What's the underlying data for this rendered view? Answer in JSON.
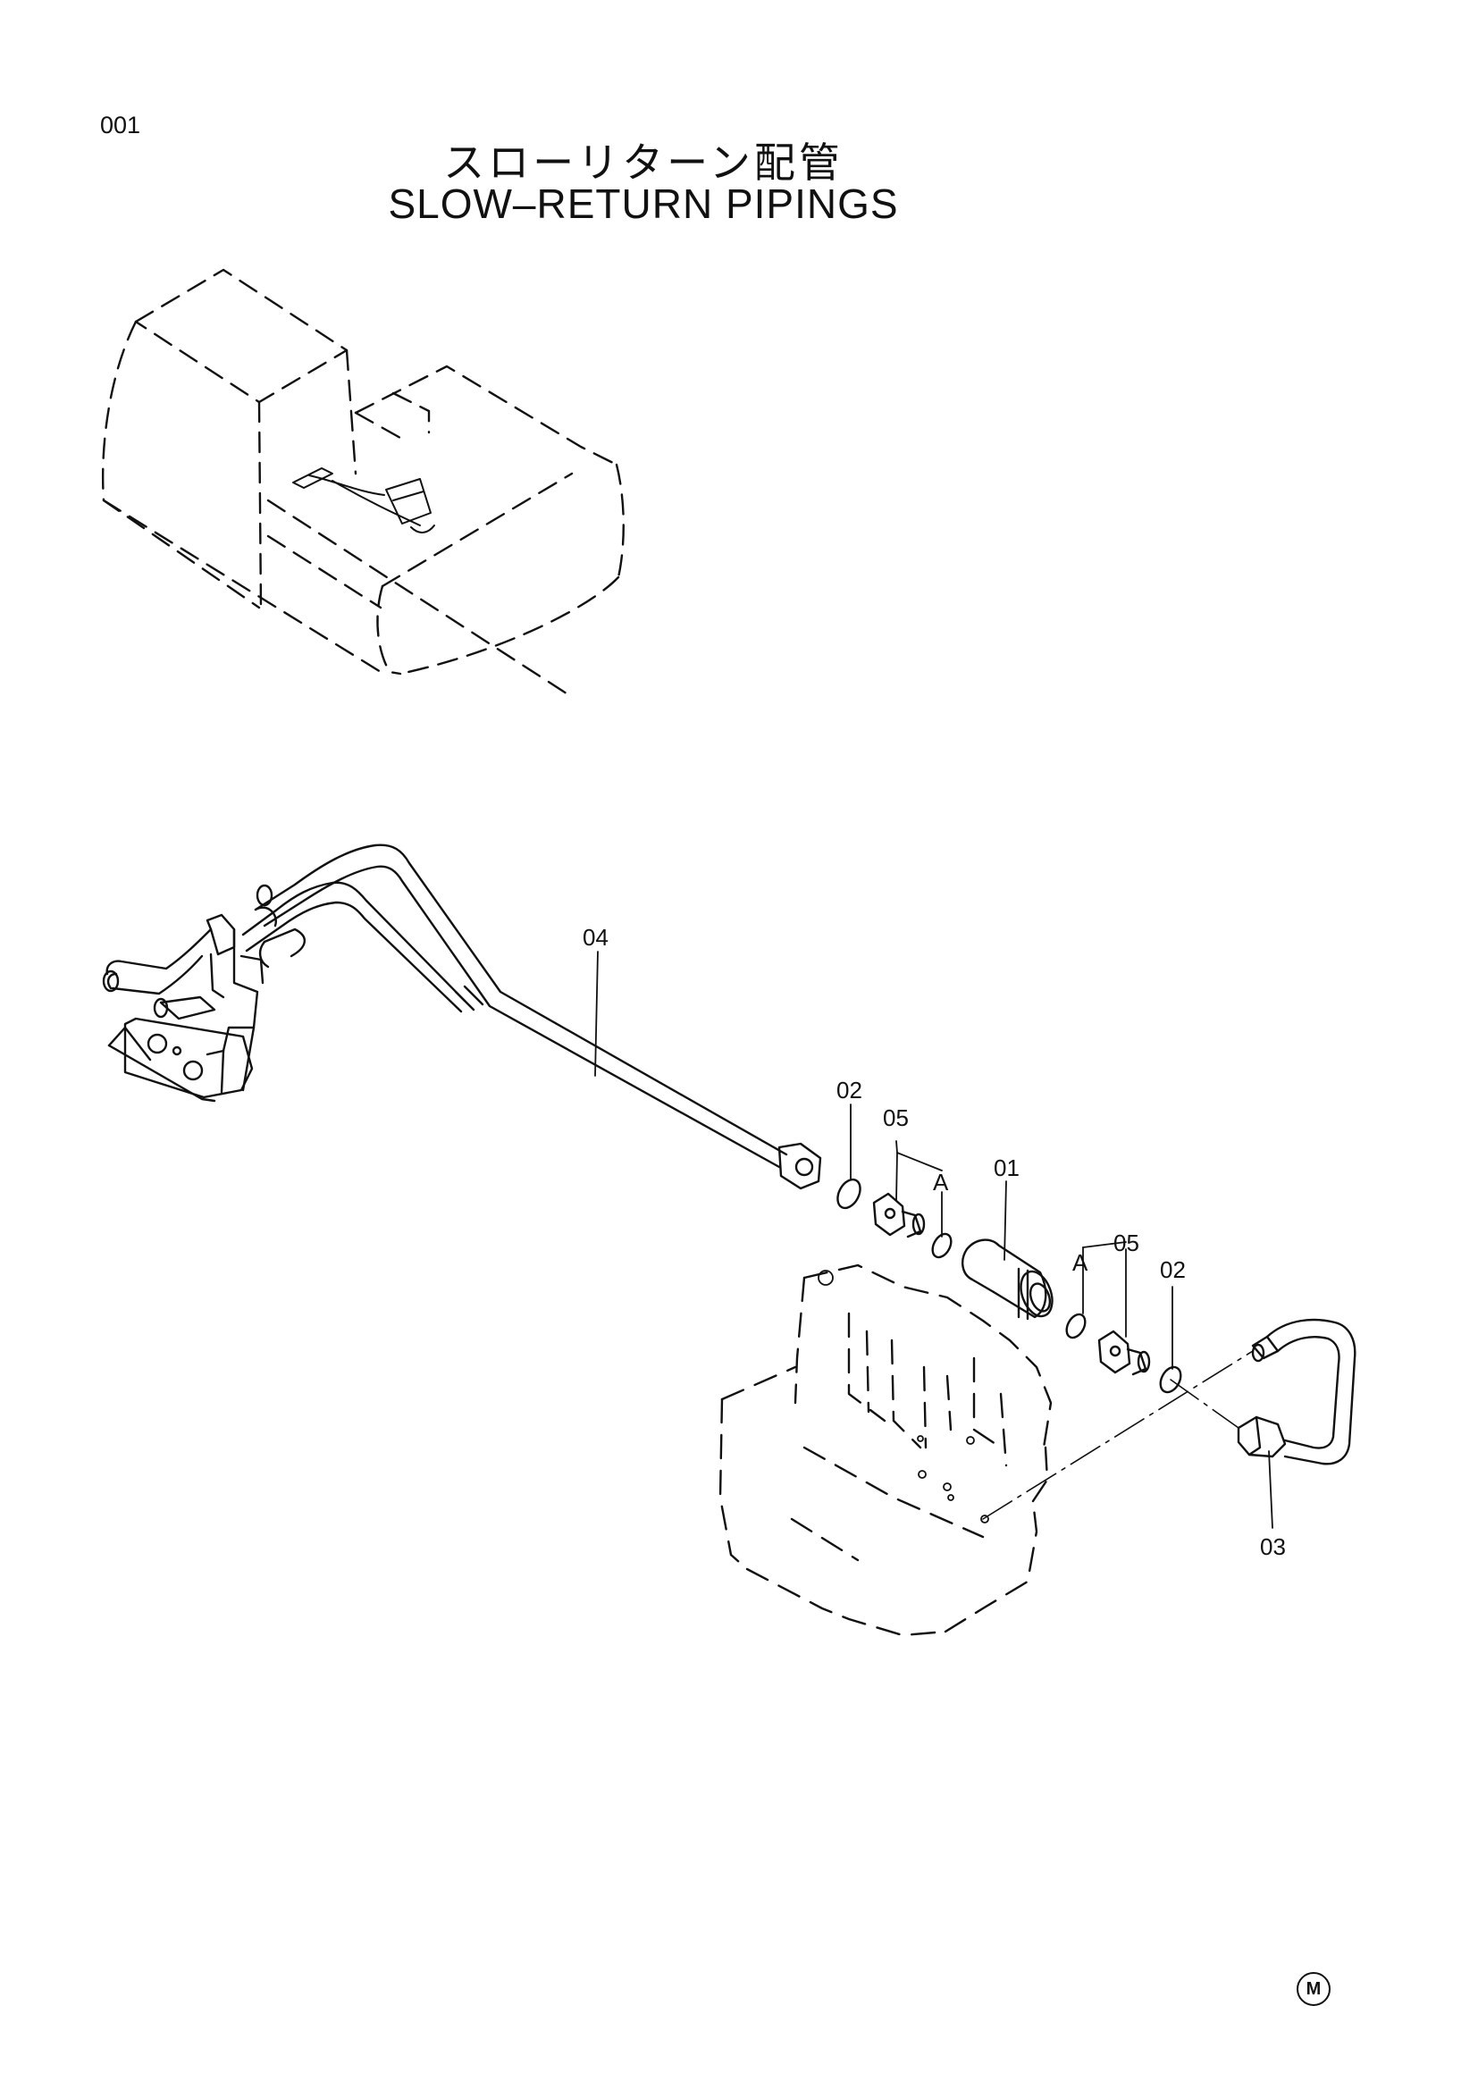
{
  "header": {
    "page_number": "001",
    "title_jp": "スローリターン配管",
    "title_en": "SLOW–RETURN PIPINGS"
  },
  "callouts": {
    "c01": "01",
    "c02a": "02",
    "c02b": "02",
    "c03": "03",
    "c04": "04",
    "c05a": "05",
    "c05b": "05",
    "ca1": "A",
    "ca2": "A"
  },
  "footer": {
    "mark": "M"
  }
}
